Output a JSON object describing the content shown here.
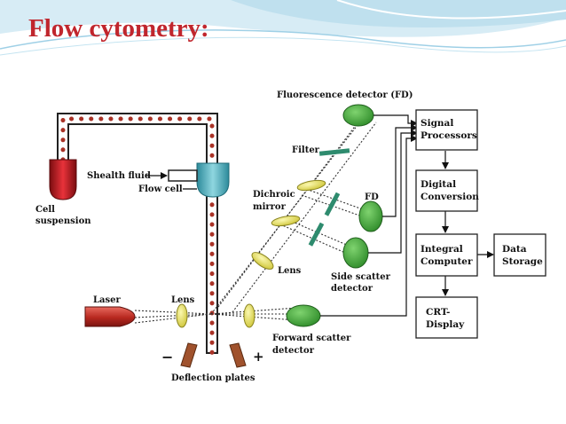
{
  "slide": {
    "title": "Flow cytometry:"
  },
  "diagram": {
    "labels": {
      "fluorescence_detector": "Fluorescence detector (FD)",
      "filter": "Filter",
      "dichroic_1": "Dichroic",
      "dichroic_2": "mirror",
      "fd": "FD",
      "lens_upper": "Lens",
      "side_scatter_1": "Side scatter",
      "side_scatter_2": "detector",
      "laser": "Laser",
      "lens_lower": "Lens",
      "forward_scatter_1": "Forward scatter",
      "forward_scatter_2": "detector",
      "deflection_plates": "Deflection plates",
      "minus": "−",
      "plus": "+",
      "sheath_fluid": "Shealth fluid",
      "flow_cell": "Flow cell",
      "cell_suspension_1": "Cell",
      "cell_suspension_2": "suspension"
    },
    "boxes": {
      "signal_processors_1": "Signal",
      "signal_processors_2": "Processors",
      "digital_conversion_1": "Digital",
      "digital_conversion_2": "Conversion",
      "integral_computer_1": "Integral",
      "integral_computer_2": "Computer",
      "data_storage_1": "Data",
      "data_storage_2": "Storage",
      "crt_display_1": "CRT-",
      "crt_display_2": "Display"
    },
    "colors": {
      "title": "#c0262d",
      "tube_dots": "#a93226",
      "detector_green": "#3aa335",
      "lens_yellow": "#e8e26a",
      "filter_teal": "#2e8b6e",
      "flow_cell": "#57b5c4",
      "laser": "#c0392b",
      "plates": "#a0522d"
    }
  }
}
